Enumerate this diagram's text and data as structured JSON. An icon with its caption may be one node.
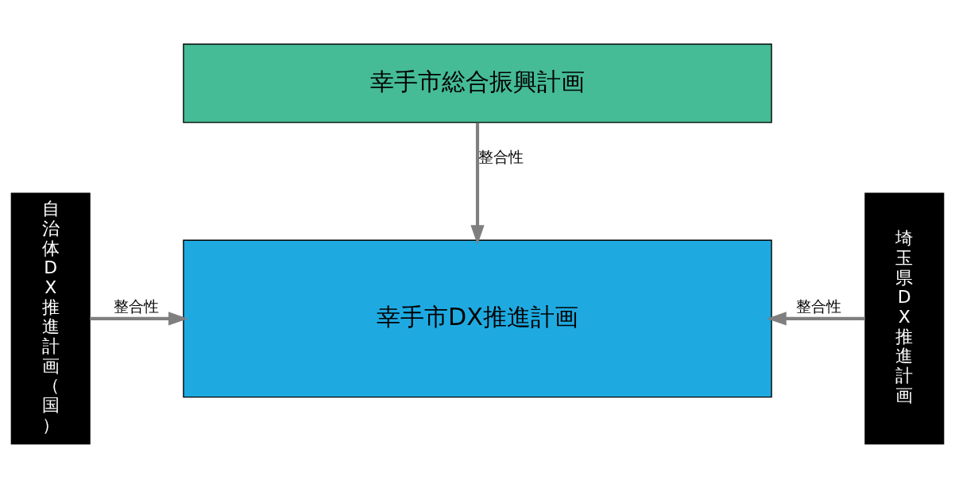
{
  "diagram": {
    "nodes": [
      {
        "text": [
          "幸手市総合振興計画"
        ]
      },
      {
        "text": [
          "自治体DX推進計画（国）"
        ]
      },
      {
        "text": [
          "幸手市DX推進計画"
        ]
      },
      {
        "text": [
          "埼玉県DX推進計画"
        ]
      }
    ],
    "edges": [
      {
        "from": 0,
        "to": 2,
        "arrow": "to",
        "label": "整合性"
      },
      {
        "from": 1,
        "to": 2,
        "arrow": "to",
        "label": "整合性"
      },
      {
        "from": 3,
        "to": 2,
        "arrow": "to",
        "label": "整合性"
      }
    ]
  }
}
